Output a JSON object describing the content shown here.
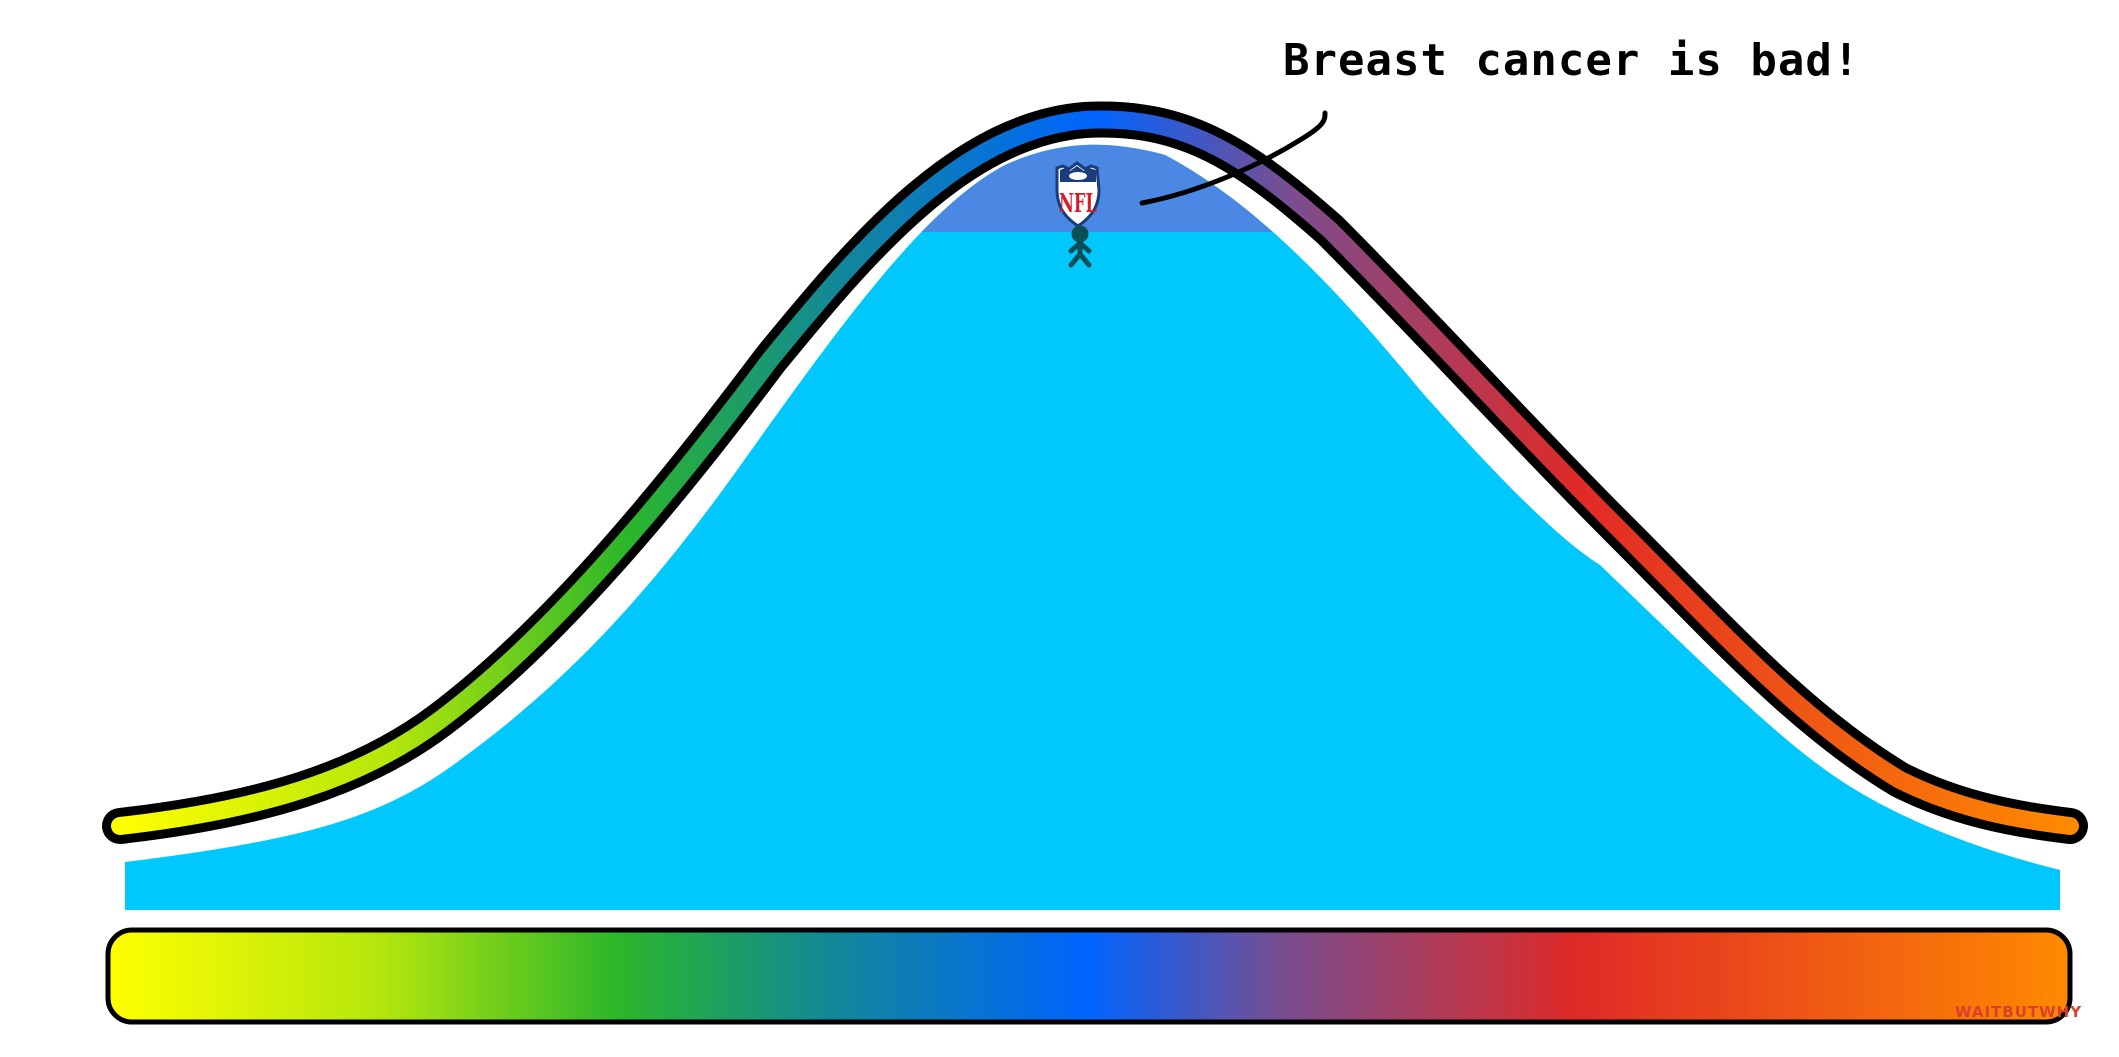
{
  "annotation": {
    "text": "Breast cancer is bad!"
  },
  "logo": {
    "letters": "NFL",
    "icon": "nfl-shield-logo"
  },
  "figure": {
    "icon": "stick-figure"
  },
  "watermark": {
    "text": "WAITBUTWHY"
  },
  "colors": {
    "fill_blue": "#00c8fd",
    "top_band_blue": "#4a88e4",
    "outline": "#000000",
    "spectrum": [
      "#ffff00",
      "#b3e60c",
      "#2bb62a",
      "#11879a",
      "#0064ff",
      "#7a4d8f",
      "#e02a26",
      "#ff8a00"
    ]
  }
}
